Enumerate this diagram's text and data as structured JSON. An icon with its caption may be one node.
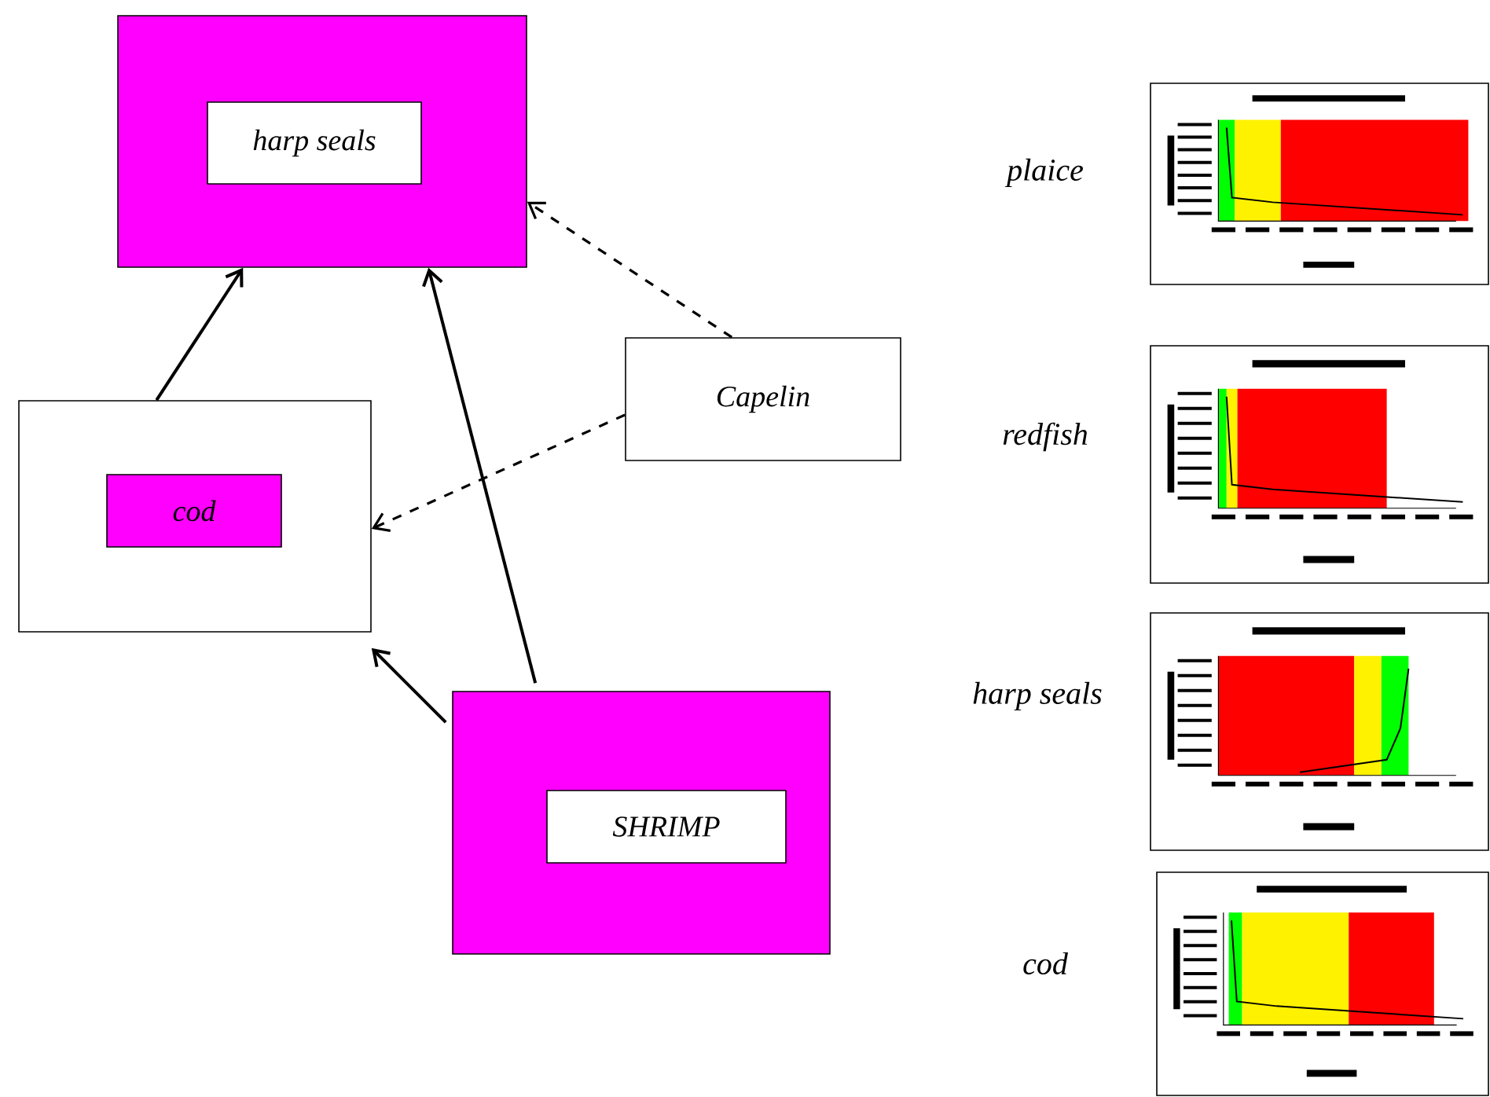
{
  "diagram": {
    "nodes": [
      {
        "text": [],
        "shape": "box"
      },
      {
        "text": [
          "harp seals"
        ],
        "in": 0
      },
      {
        "text": [],
        "shape": "box"
      },
      {
        "text": [
          "cod"
        ],
        "in": 2
      },
      {
        "text": [
          "Capelin"
        ]
      },
      {
        "text": [],
        "shape": "box"
      },
      {
        "text": [
          "SHRIMP"
        ],
        "in": 5
      }
    ],
    "edges": [
      {
        "from": 2,
        "to": 0,
        "arrow": "to"
      },
      {
        "from": 5,
        "to": 0,
        "arrow": "to"
      },
      {
        "from": 4,
        "to": 0,
        "arrow": "to",
        "style": "dashed"
      },
      {
        "from": 4,
        "to": 2,
        "arrow": "to",
        "style": "dashed"
      },
      {
        "from": 5,
        "to": 2,
        "arrow": "to"
      }
    ],
    "labels": [
      "plaice",
      "redfish",
      "harp seals",
      "cod"
    ]
  }
}
